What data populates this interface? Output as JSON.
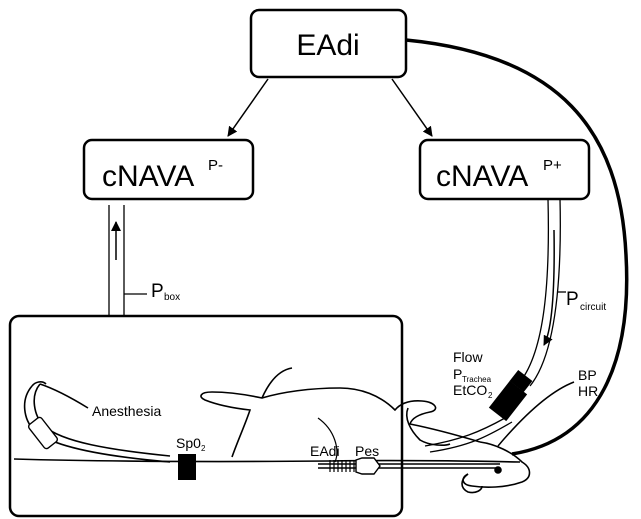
{
  "nodes": {
    "eadi": {
      "label": "EAdi"
    },
    "cnava_minus": {
      "label": "cNAVA",
      "superscript": "P-"
    },
    "cnava_plus": {
      "label": "cNAVA",
      "superscript": "P+"
    }
  },
  "labels": {
    "p_box": {
      "main": "P",
      "sub": "box"
    },
    "p_circuit": {
      "main": "P",
      "sub": "circuit"
    },
    "flow": "Flow",
    "p_trachea": {
      "main": "P",
      "sub": "Trachea"
    },
    "etco2": {
      "main": "EtCO",
      "sub": "2"
    },
    "bp": "BP",
    "hr": "HR",
    "anesthesia": "Anesthesia",
    "spo2": {
      "main": "Sp0",
      "sub": "2"
    },
    "eadi_probe": "EAdi",
    "pes": "Pes"
  }
}
